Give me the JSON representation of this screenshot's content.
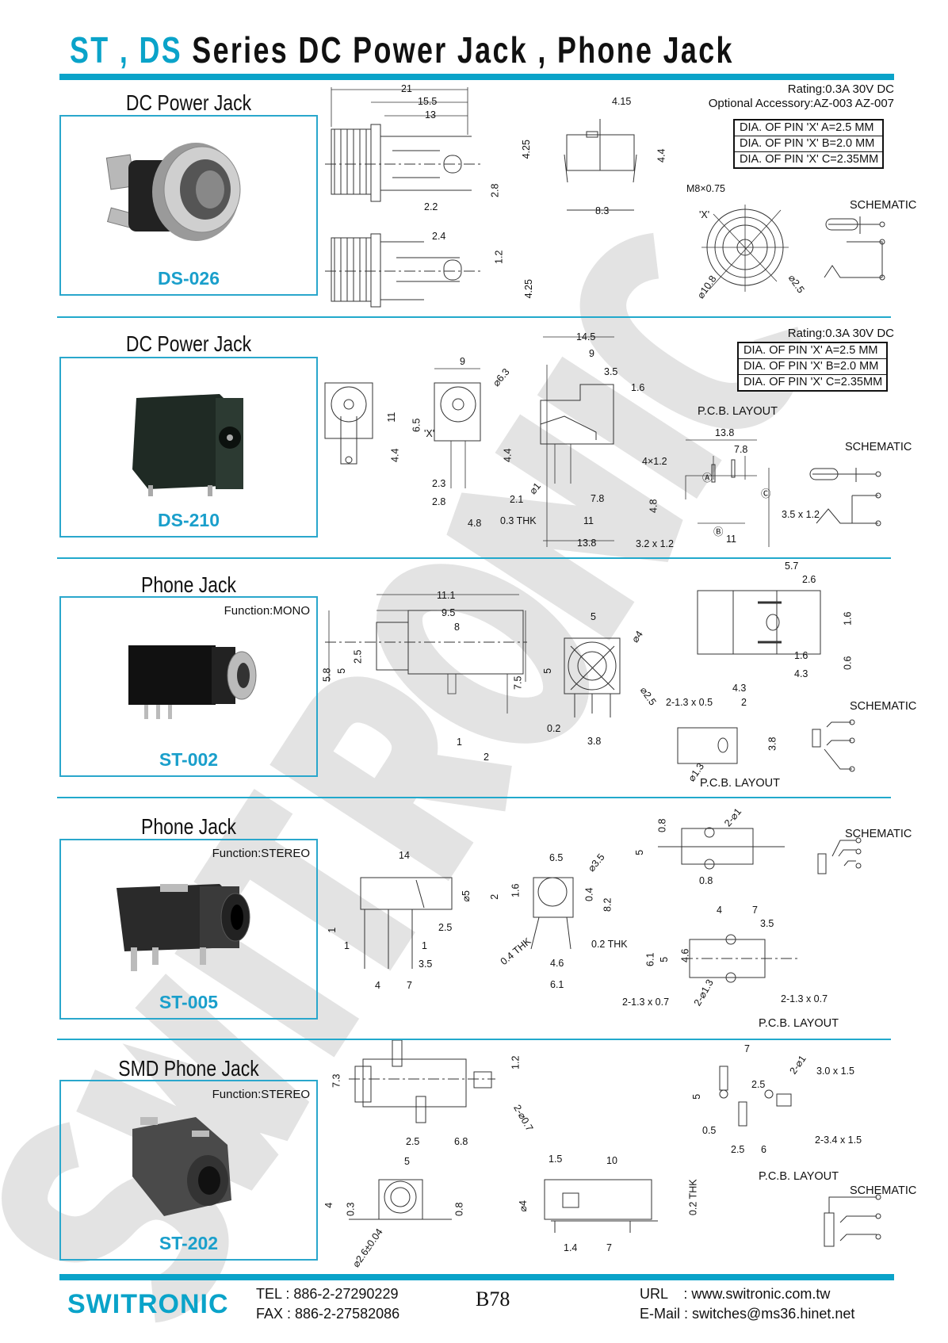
{
  "title": {
    "prefix": "ST , DS",
    "main": "Series DC Power Jack , Phone Jack"
  },
  "watermark": "SWITRONIC",
  "colors": {
    "accent": "#0aa3c9"
  },
  "sections": [
    {
      "heading": "DC Power Jack",
      "model": "DS-026",
      "rating": "Rating:0.3A 30V DC",
      "accessory": "Optional Accessory:AZ-003 AZ-007",
      "pin_table": [
        "DIA. OF PIN 'X' A=2.5 MM",
        "DIA. OF PIN 'X' B=2.0 MM",
        "DIA. OF PIN 'X' C=2.35MM"
      ],
      "dims": [
        "21",
        "15.5",
        "13",
        "4.25",
        "2.8",
        "2.2",
        "4.15",
        "4.4",
        "8.3",
        "2.4",
        "1.2",
        "4.25",
        "M8×0.75",
        "'X'",
        "SCHEMATIC",
        "⌀10.8",
        "⌀2.5"
      ]
    },
    {
      "heading": "DC Power Jack",
      "model": "DS-210",
      "rating": "Rating:0.3A 30V DC",
      "pin_table": [
        "DIA. OF PIN 'X' A=2.5 MM",
        "DIA. OF PIN 'X' B=2.0 MM",
        "DIA. OF PIN 'X' C=2.35MM"
      ],
      "dims": [
        "14.5",
        "9",
        "⌀6.3",
        "9",
        "3.5",
        "1.6",
        "11",
        "6.5",
        "'X'",
        "4.4",
        "4.4",
        "2.3",
        "2.8",
        "4.8",
        "2.1",
        "⌀1",
        "7.8",
        "0.3 THK",
        "11",
        "13.8",
        "P.C.B. LAYOUT",
        "13.8",
        "7.8",
        "4×1.2",
        "4.8",
        "3.5 x 1.2",
        "3.2 x 1.2",
        "11",
        "SCHEMATIC",
        "Ⓐ",
        "Ⓑ",
        "Ⓒ"
      ]
    },
    {
      "heading": "Phone Jack",
      "function": "Function:MONO",
      "model": "ST-002",
      "dims": [
        "11.1",
        "9.5",
        "8",
        "5.8",
        "5",
        "2.5",
        "7.5",
        "1",
        "2",
        "5",
        "⌀4",
        "5",
        "⌀2.5",
        "0.2",
        "3.8",
        "5.7",
        "2.6",
        "1.6",
        "1.6",
        "0.6",
        "4.3",
        "4.3",
        "2-1.3 x 0.5",
        "2",
        "3.8",
        "⌀1.3",
        "P.C.B. LAYOUT",
        "SCHEMATIC"
      ]
    },
    {
      "heading": "Phone Jack",
      "function": "Function:STEREO",
      "model": "ST-005",
      "dims": [
        "14",
        "⌀5",
        "1",
        "1",
        "1",
        "2.5",
        "3.5",
        "4",
        "7",
        "6.5",
        "⌀3.5",
        "2",
        "1.6",
        "0.4",
        "8.2",
        "0.4 THK",
        "0.2 THK",
        "4.6",
        "6.1",
        "0.8",
        "2-⌀1",
        "5",
        "0.8",
        "SCHEMATIC",
        "4",
        "7",
        "3.5",
        "6.1",
        "5",
        "4.6",
        "2-1.3 x 0.7",
        "2-⌀1.3",
        "2-1.3 x 0.7",
        "P.C.B. LAYOUT"
      ]
    },
    {
      "heading": "SMD Phone Jack",
      "function": "Function:STEREO",
      "model": "ST-202",
      "dims": [
        "7.3",
        "1.2",
        "2-⌀0.7",
        "2.5",
        "6.8",
        "5",
        "4",
        "0.3",
        "0.8",
        "⌀2.6±0.04",
        "1.5",
        "10",
        "⌀4",
        "0.2 THK",
        "1.4",
        "7",
        "7",
        "2-⌀1",
        "3.0 x 1.5",
        "2.5",
        "5",
        "0.5",
        "2-3.4 x 1.5",
        "2.5",
        "6",
        "P.C.B. LAYOUT",
        "SCHEMATIC"
      ]
    }
  ],
  "footer": {
    "logo": "SWITRONIC",
    "tel": "TEL : 886-2-27290229",
    "fax": "FAX : 886-2-27582086",
    "page": "B78",
    "url": "URL    : www.switronic.com.tw",
    "email": "E-Mail : switches@ms36.hinet.net"
  }
}
